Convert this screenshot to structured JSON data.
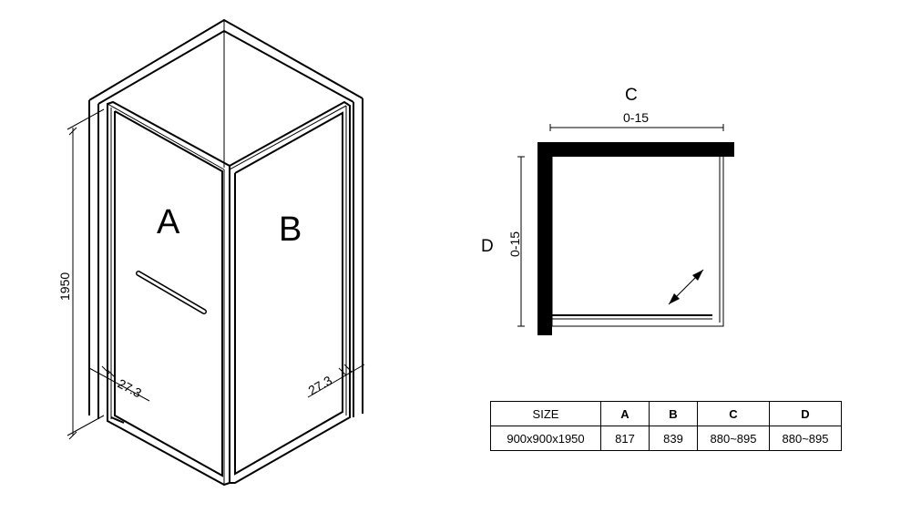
{
  "panel_a_label": "A",
  "panel_b_label": "B",
  "height_label": "1950",
  "profile_left_label": "27.3",
  "profile_right_label": "27.3",
  "plan": {
    "c_label": "C",
    "c_adjust": "0-15",
    "d_label": "D",
    "d_adjust": "0-15"
  },
  "table": {
    "headers": [
      "SIZE",
      "A",
      "B",
      "C",
      "D"
    ],
    "row": [
      "900x900x1950",
      "817",
      "839",
      "880~895",
      "880~895"
    ]
  }
}
